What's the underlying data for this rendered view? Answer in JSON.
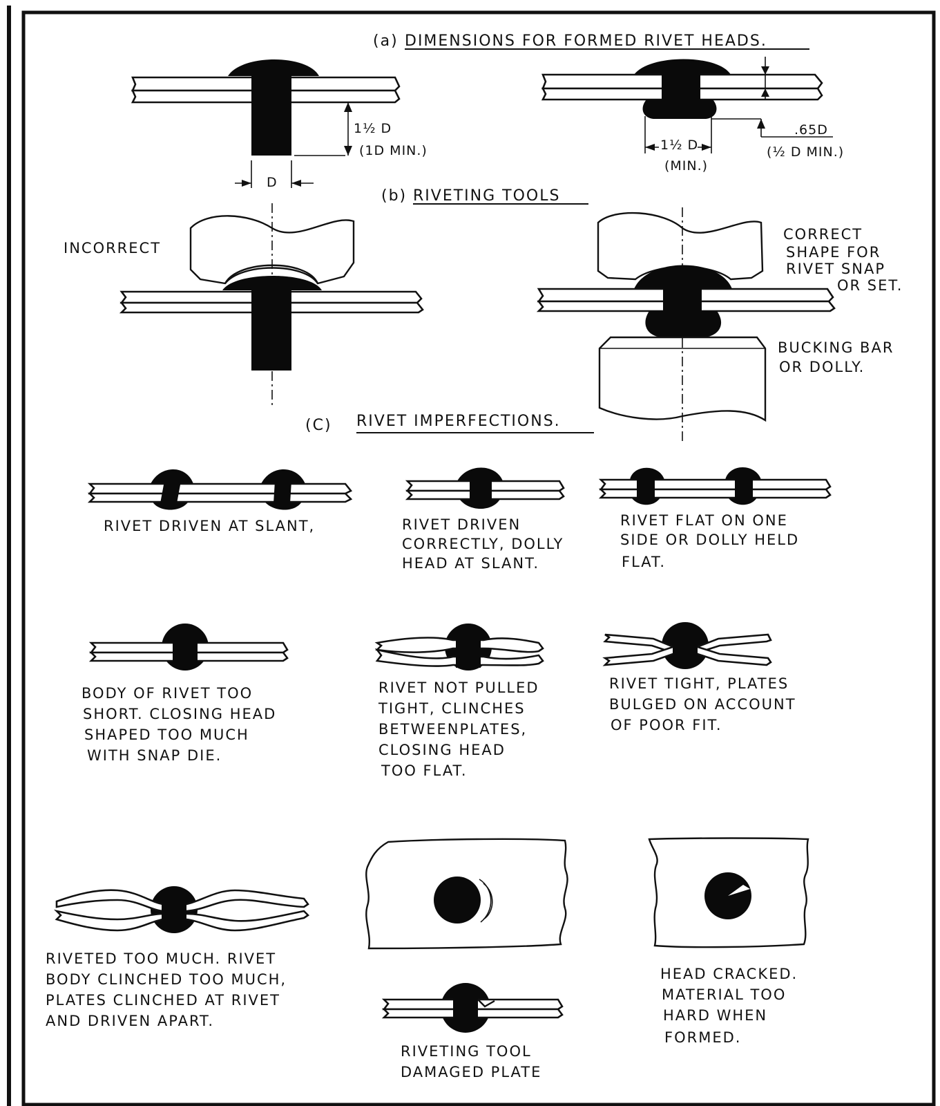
{
  "sections": {
    "a": {
      "prefix": "(a)",
      "title": "DIMENSIONS FOR FORMED RIVET HEADS."
    },
    "b": {
      "prefix": "(b)",
      "title": "RIVETING TOOLS"
    },
    "c": {
      "prefix": "(C)",
      "title": "RIVET IMPERFECTIONS."
    }
  },
  "dims": {
    "left_len": "1½ D",
    "left_min": "(1D MIN.)",
    "d_label": "D",
    "right_width": "1½ D",
    "right_width_min": "(MIN.)",
    "right_height": ".65D",
    "right_height_min": "(½ D MIN.)"
  },
  "tools": {
    "incorrect": "INCORRECT",
    "correct": [
      "CORRECT",
      "SHAPE FOR",
      "RIVET SNAP",
      "OR SET."
    ],
    "bucking": [
      "BUCKING  BAR",
      "OR  DOLLY."
    ]
  },
  "imperfections": {
    "slant": [
      "RIVET DRIVEN AT SLANT,"
    ],
    "dolly_slant": [
      "RIVET  DRIVEN",
      "CORRECTLY, DOLLY",
      "HEAD AT SLANT."
    ],
    "flat_side": [
      "RIVET FLAT ON ONE",
      "SIDE OR DOLLY HELD",
      "FLAT."
    ],
    "too_short": [
      "BODY OF RIVET TOO",
      "SHORT.  CLOSING HEAD",
      "SHAPED TOO MUCH",
      "WITH SNAP DIE."
    ],
    "not_pulled": [
      "RIVET NOT PULLED",
      "TIGHT, CLINCHES",
      "BETWEENPLATES,",
      "CLOSING HEAD",
      "TOO FLAT."
    ],
    "bulged": [
      "RIVET TIGHT, PLATES",
      "BULGED ON ACCOUNT",
      "OF POOR FIT."
    ],
    "too_much": [
      "RIVETED TOO MUCH. RIVET",
      "BODY CLINCHED TOO MUCH,",
      "PLATES CLINCHED AT RIVET",
      "AND DRIVEN APART."
    ],
    "damaged": [
      "RIVETING TOOL",
      "DAMAGED PLATE"
    ],
    "cracked": [
      "HEAD CRACKED.",
      "MATERIAL TOO",
      "HARD WHEN",
      "FORMED."
    ]
  }
}
